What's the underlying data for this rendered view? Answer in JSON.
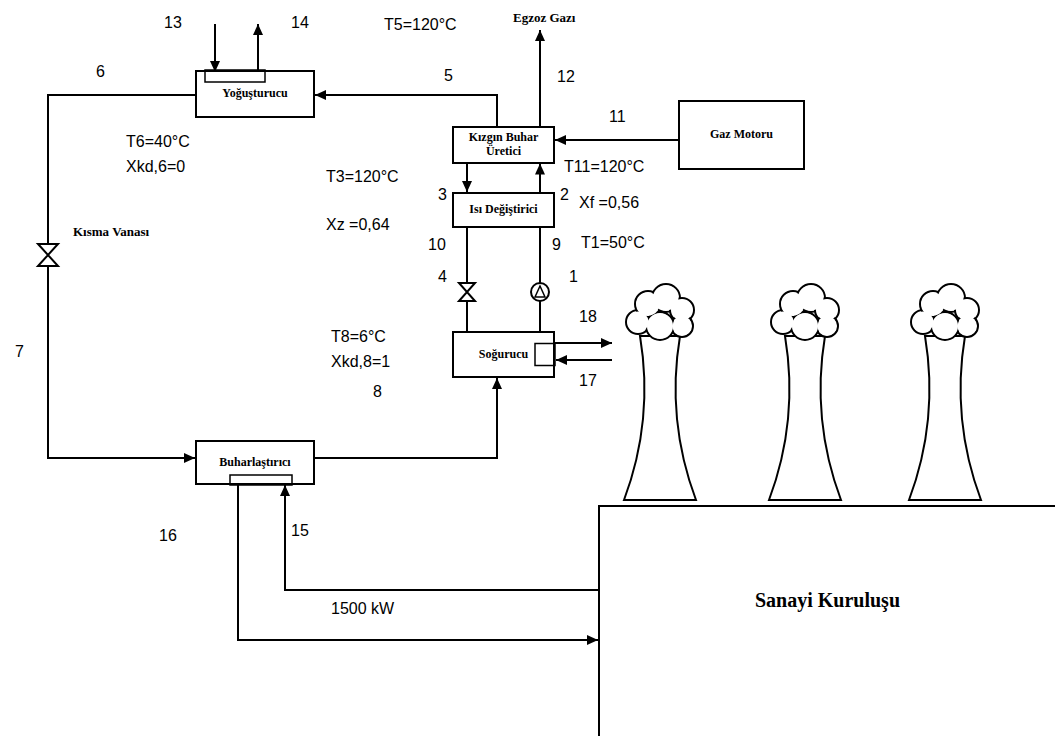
{
  "diagram": {
    "nodes": [
      {
        "text": [
          "Yoğuşturucu"
        ]
      },
      {
        "text": [
          "Kızgın Buhar Üretici"
        ]
      },
      {
        "text": [
          "Gaz Motoru"
        ]
      },
      {
        "text": [
          "Isı Değiştirici"
        ]
      },
      {
        "text": [
          "Soğurucu"
        ]
      },
      {
        "text": [
          "Buharlaştırıcı"
        ]
      },
      {
        "text": [
          "Sanayi Kuruluşu"
        ]
      }
    ],
    "edges": [
      {
        "from": 1,
        "to": 0,
        "arrow": "to"
      },
      {
        "from": 0,
        "to": 5,
        "arrow": "to"
      },
      {
        "from": 5,
        "to": 4,
        "arrow": "to"
      },
      {
        "from": 4,
        "to": 3,
        "arrow": "none"
      },
      {
        "from": 3,
        "to": 1,
        "arrow": "to"
      },
      {
        "from": 1,
        "to": 3,
        "arrow": "to"
      },
      {
        "from": 3,
        "to": 4,
        "arrow": "none"
      },
      {
        "from": 2,
        "to": 1,
        "arrow": "to"
      },
      {
        "from": 6,
        "to": 5,
        "arrow": "to"
      },
      {
        "from": 5,
        "to": 6,
        "label": "1500 kW",
        "arrow": "to"
      }
    ],
    "labels": [
      "13",
      "14",
      "6",
      "T5=120°C",
      "5",
      "Egzoz Gazı",
      "12",
      "11",
      "T6=40°C",
      "Xkd,6=0",
      "T3=120°C",
      "3",
      "2",
      "T11=120°C",
      "Xf =0,56",
      "Kısma Vanası",
      "Xz =0,64",
      "10",
      "9",
      "T1=50°C",
      "4",
      "1",
      "18",
      "7",
      "T8=6°C",
      "Xkd,8=1",
      "8",
      "17",
      "16",
      "15"
    ]
  }
}
